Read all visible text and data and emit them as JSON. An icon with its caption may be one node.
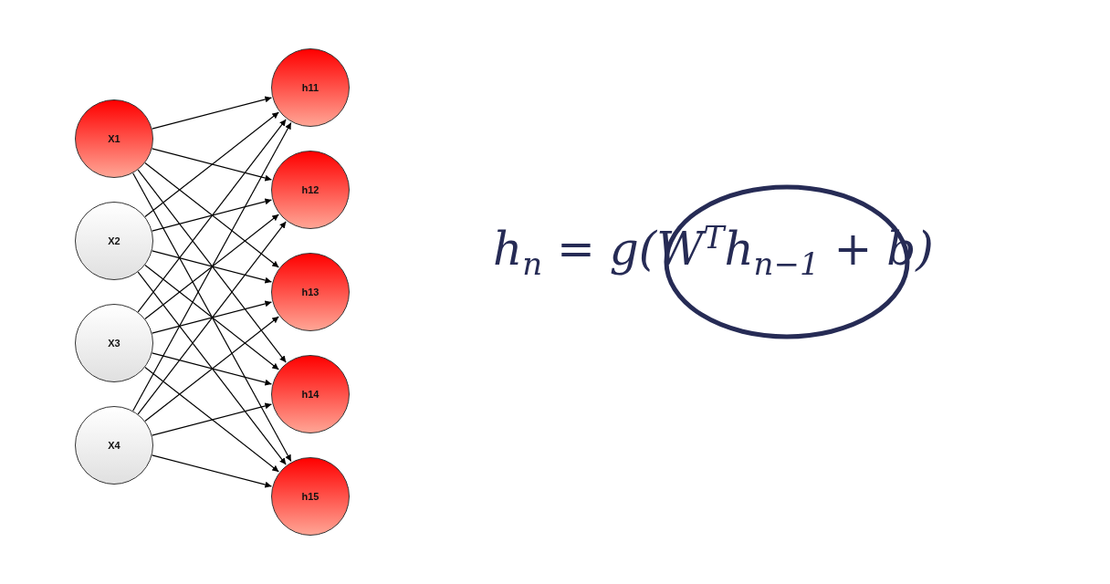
{
  "diagram": {
    "nodes": [
      {
        "text": [
          "X1"
        ]
      },
      {
        "text": [
          "X2"
        ]
      },
      {
        "text": [
          "X3"
        ]
      },
      {
        "text": [
          "X4"
        ]
      },
      {
        "text": [
          "h11"
        ]
      },
      {
        "text": [
          "h12"
        ]
      },
      {
        "text": [
          "h13"
        ]
      },
      {
        "text": [
          "h14"
        ]
      },
      {
        "text": [
          "h15"
        ]
      }
    ],
    "edges": [
      {
        "from": 0,
        "to": 4,
        "arrow": "to"
      },
      {
        "from": 0,
        "to": 5,
        "arrow": "to"
      },
      {
        "from": 0,
        "to": 6,
        "arrow": "to"
      },
      {
        "from": 0,
        "to": 7,
        "arrow": "to"
      },
      {
        "from": 0,
        "to": 8,
        "arrow": "to"
      },
      {
        "from": 1,
        "to": 4,
        "arrow": "to"
      },
      {
        "from": 1,
        "to": 5,
        "arrow": "to"
      },
      {
        "from": 1,
        "to": 6,
        "arrow": "to"
      },
      {
        "from": 1,
        "to": 7,
        "arrow": "to"
      },
      {
        "from": 1,
        "to": 8,
        "arrow": "to"
      },
      {
        "from": 2,
        "to": 4,
        "arrow": "to"
      },
      {
        "from": 2,
        "to": 5,
        "arrow": "to"
      },
      {
        "from": 2,
        "to": 6,
        "arrow": "to"
      },
      {
        "from": 2,
        "to": 7,
        "arrow": "to"
      },
      {
        "from": 2,
        "to": 8,
        "arrow": "to"
      },
      {
        "from": 3,
        "to": 4,
        "arrow": "to"
      },
      {
        "from": 3,
        "to": 5,
        "arrow": "to"
      },
      {
        "from": 3,
        "to": 6,
        "arrow": "to"
      },
      {
        "from": 3,
        "to": 7,
        "arrow": "to"
      },
      {
        "from": 3,
        "to": 8,
        "arrow": "to"
      }
    ],
    "labels": [
      "h$_{n}$ = g(W$^{T}$h$_{n−1}$ + b)"
    ]
  }
}
